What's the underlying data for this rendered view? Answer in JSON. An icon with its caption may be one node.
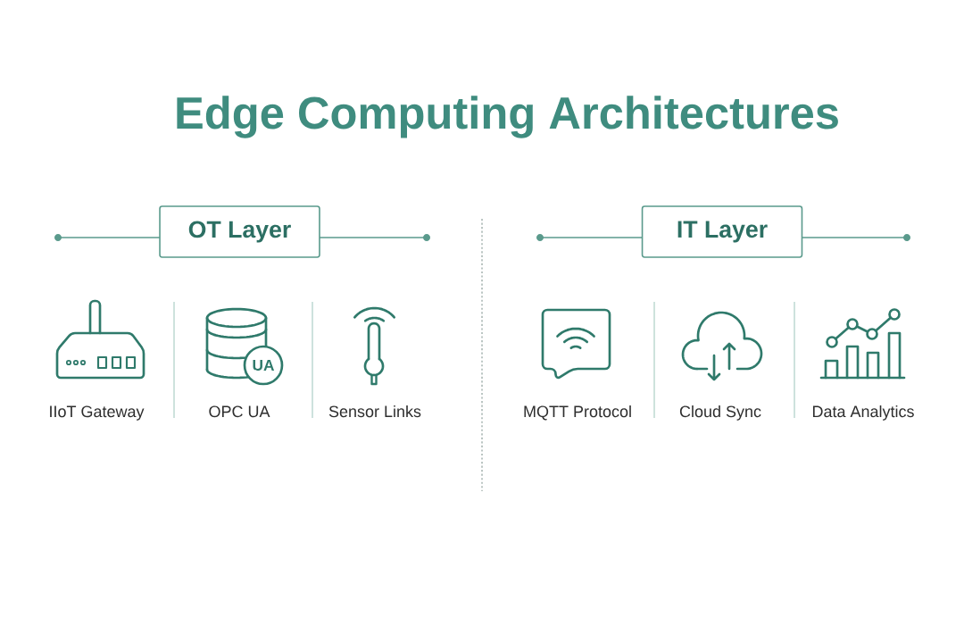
{
  "diagram": {
    "title": "Edge Computing Architectures",
    "nodes": [
      {
        "text": [
          "OT Layer"
        ]
      },
      {
        "text": [
          "IT Layer"
        ]
      }
    ],
    "labels": [
      "UA",
      "IIoT Gateway",
      "OPC UA",
      "Sensor Links",
      "MQTT Protocol",
      "Cloud Sync",
      "Data Analytics"
    ]
  }
}
